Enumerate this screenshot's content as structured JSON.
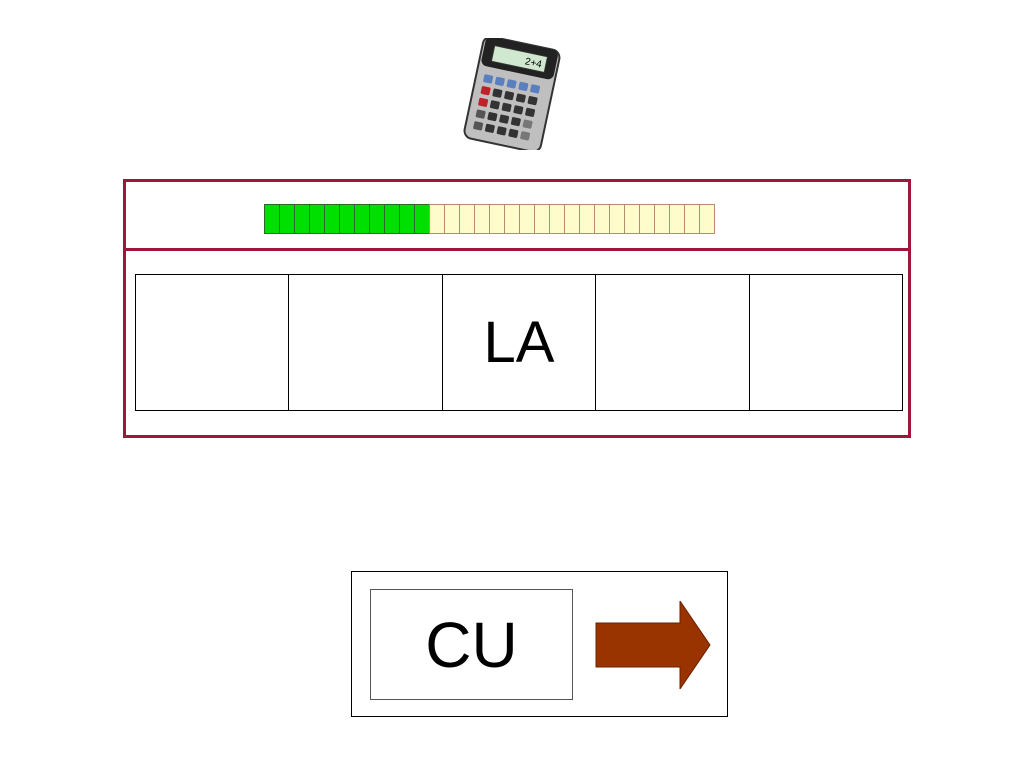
{
  "calculator": {
    "display_text": "2+4"
  },
  "progress": {
    "completed": 11,
    "total": 30,
    "colors": {
      "completed": "#00e000",
      "remaining": "#fffccc"
    }
  },
  "syllable_slots": [
    "",
    "",
    "LA",
    "",
    ""
  ],
  "answer_card": {
    "syllable": "CU"
  },
  "colors": {
    "panel_border": "#a0163a",
    "arrow": "#993300"
  },
  "icons": {
    "calculator": "calculator-icon",
    "next": "right-arrow-icon"
  }
}
